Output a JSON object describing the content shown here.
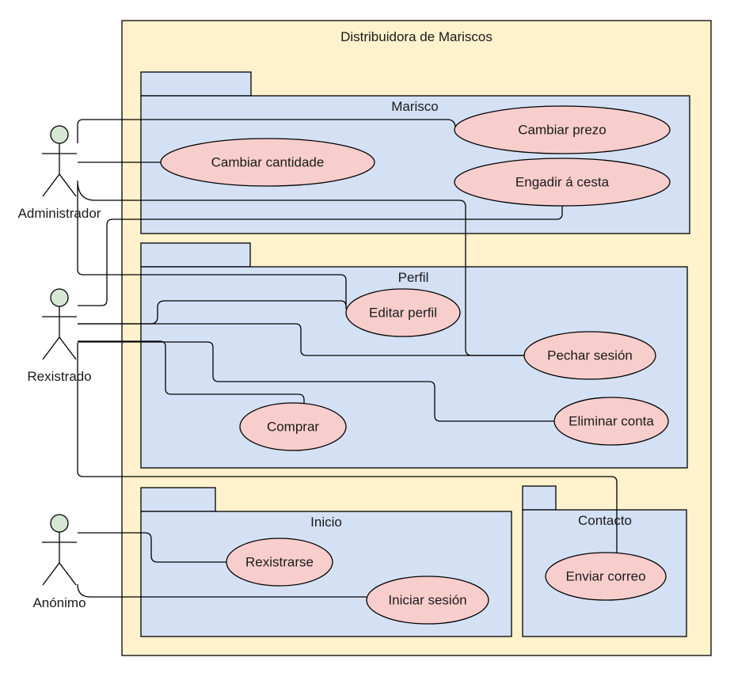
{
  "system": {
    "title": "Distribuidora de Mariscos"
  },
  "packages": {
    "marisco": "Marisco",
    "perfil": "Perfil",
    "inicio": "Inicio",
    "contacto": "Contacto"
  },
  "actors": {
    "admin": "Administrador",
    "rexistrado": "Rexistrado",
    "anonimo": "Anónimo"
  },
  "usecases": {
    "cambiar_prezo": "Cambiar prezo",
    "cambiar_cantidade": "Cambiar cantidade",
    "engadir_cesta": "Engadir á cesta",
    "editar_perfil": "Editar perfil",
    "pechar_sesion": "Pechar sesión",
    "eliminar_conta": "Eliminar conta",
    "comprar": "Comprar",
    "rexistrarse": "Rexistrarse",
    "iniciar_sesion": "Iniciar sesión",
    "enviar_correo": "Enviar correo"
  },
  "colors": {
    "system_fill": "#fff2cc",
    "package_fill": "#d4e1f5",
    "usecase_fill": "#f8cecc",
    "actor_head_fill": "#d5e8d4"
  }
}
